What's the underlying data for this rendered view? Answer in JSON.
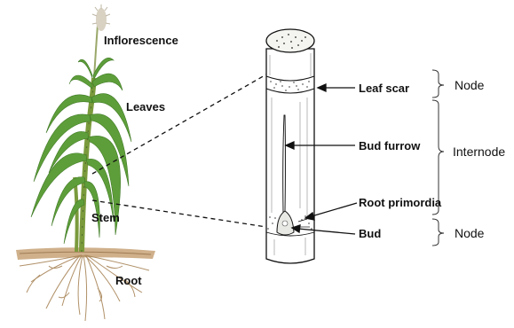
{
  "plant_labels": {
    "inflorescence": "Inflorescence",
    "leaves": "Leaves",
    "stem": "Stem",
    "root": "Root"
  },
  "stalk_labels": {
    "leaf_scar": "Leaf scar",
    "bud_furrow": "Bud furrow",
    "root_primordia": "Root primordia",
    "bud": "Bud"
  },
  "region_labels": {
    "node_top": "Node",
    "internode": "Internode",
    "node_bottom": "Node"
  },
  "colors": {
    "leaf": "#5e9e3a",
    "leaf_dark": "#3f7a25",
    "stem": "#7a9a3c",
    "soil": "#c7a277",
    "root": "#a98659",
    "line": "#111111"
  }
}
